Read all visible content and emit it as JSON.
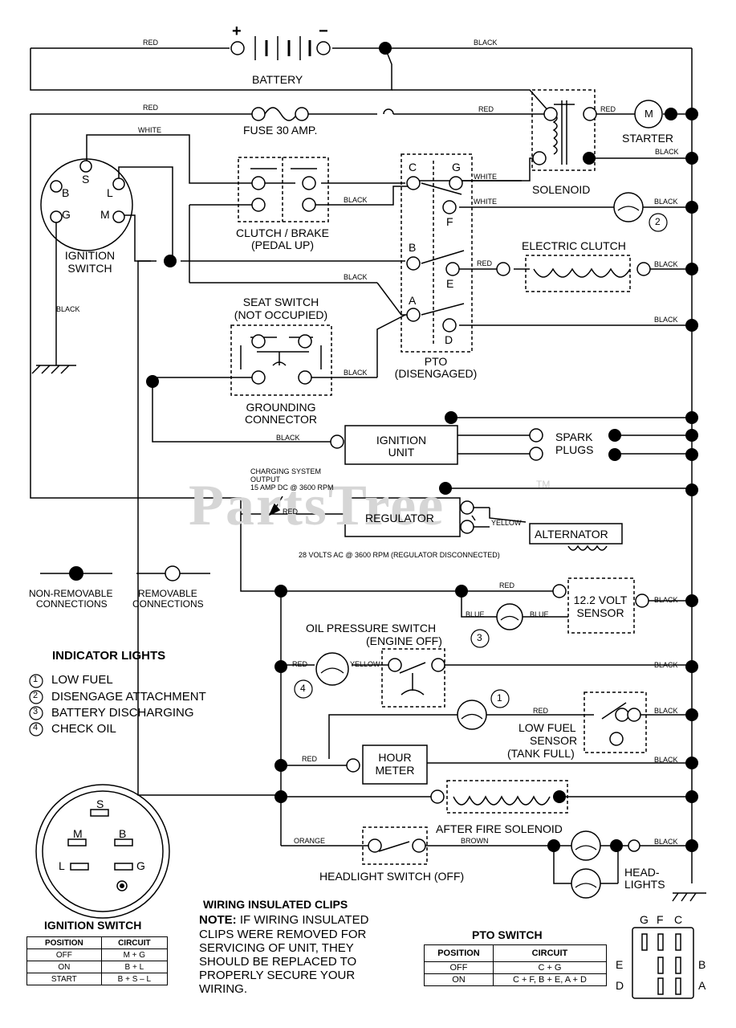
{
  "watermark": {
    "text": "PartsTree",
    "tm": "TM"
  },
  "battery": {
    "label": "BATTERY",
    "plus": "+",
    "minus": "−"
  },
  "fuse": {
    "label": "FUSE 30 AMP."
  },
  "starter": {
    "label": "STARTER",
    "motor_symbol": "M"
  },
  "solenoid": {
    "label": "SOLENOID"
  },
  "ignition_switch_diagram": {
    "title_line1": "IGNITION",
    "title_line2": "SWITCH",
    "pins": {
      "s": "S",
      "b": "B",
      "l": "L",
      "g": "G",
      "m": "M"
    }
  },
  "clutch_brake": {
    "line1": "CLUTCH / BRAKE",
    "line2": "(PEDAL UP)"
  },
  "seat_switch": {
    "line1": "SEAT SWITCH",
    "line2": "(NOT OCCUPIED)"
  },
  "grounding_connector": {
    "line1": "GROUNDING",
    "line2": "CONNECTOR"
  },
  "pto": {
    "line1": "PTO",
    "line2": "(DISENGAGED)",
    "terminals": {
      "c": "C",
      "g": "G",
      "f": "F",
      "b": "B",
      "e": "E",
      "a": "A",
      "d": "D"
    }
  },
  "electric_clutch": {
    "label": "ELECTRIC CLUTCH"
  },
  "ignition_unit": {
    "line1": "IGNITION",
    "line2": "UNIT"
  },
  "spark_plugs": {
    "line1": "SPARK",
    "line2": "PLUGS"
  },
  "charging": {
    "line1": "CHARGING SYSTEM",
    "line2": "OUTPUT",
    "line3": "15 AMP DC @ 3600 RPM"
  },
  "regulator": {
    "label": "REGULATOR"
  },
  "alternator": {
    "label": "ALTERNATOR"
  },
  "ac_note": "28 VOLTS AC @ 3600 RPM (REGULATOR DISCONNECTED)",
  "voltage_sensor": {
    "line1": "12.2 VOLT",
    "line2": "SENSOR"
  },
  "oil_switch": {
    "line1": "OIL PRESSURE SWITCH",
    "line2": "(ENGINE OFF)"
  },
  "low_fuel": {
    "line1": "LOW FUEL",
    "line2": "SENSOR",
    "line3": "(TANK FULL)"
  },
  "hour_meter": {
    "line1": "HOUR",
    "line2": "METER"
  },
  "after_fire": {
    "label": "AFTER FIRE SOLENOID"
  },
  "headlight_switch": {
    "label": "HEADLIGHT SWITCH (OFF)"
  },
  "headlights": {
    "line1": "HEAD-",
    "line2": "LIGHTS"
  },
  "legend": {
    "non_removable_1": "NON-REMOVABLE",
    "non_removable_2": "CONNECTIONS",
    "removable_1": "REMOVABLE",
    "removable_2": "CONNECTIONS"
  },
  "indicator_lights": {
    "title": "INDICATOR LIGHTS",
    "items": [
      {
        "num": "1",
        "label": "LOW FUEL"
      },
      {
        "num": "2",
        "label": "DISENGAGE ATTACHMENT"
      },
      {
        "num": "3",
        "label": "BATTERY DISCHARGING"
      },
      {
        "num": "4",
        "label": "CHECK OIL"
      }
    ]
  },
  "indicator_marks": {
    "n1": "1",
    "n2": "2",
    "n3": "3",
    "n4": "4"
  },
  "wire_labels": {
    "red": "RED",
    "black": "BLACK",
    "white": "WHITE",
    "yellow": "YELLOW",
    "blue": "BLUE",
    "orange": "ORANGE",
    "brown": "BROWN"
  },
  "ign_face": {
    "s": "S",
    "m": "M",
    "b": "B",
    "l": "L",
    "g": "G"
  },
  "ignition_table": {
    "title": "IGNITION SWITCH",
    "headers": [
      "POSITION",
      "CIRCUIT"
    ],
    "rows": [
      [
        "OFF",
        "M + G"
      ],
      [
        "ON",
        "B + L"
      ],
      [
        "START",
        "B + S – L"
      ]
    ]
  },
  "clips_note": {
    "title": "WIRING INSULATED CLIPS",
    "note_label": "NOTE:",
    "lines": [
      "IF WIRING INSULATED",
      "CLIPS WERE REMOVED FOR",
      "SERVICING OF UNIT, THEY",
      "SHOULD BE REPLACED TO",
      "PROPERLY SECURE YOUR",
      "WIRING."
    ]
  },
  "pto_table": {
    "title": "PTO SWITCH",
    "headers": [
      "POSITION",
      "CIRCUIT"
    ],
    "rows": [
      [
        "OFF",
        "C + G"
      ],
      [
        "ON",
        "C + F, B + E, A + D"
      ]
    ]
  },
  "pto_face": {
    "g": "G",
    "f": "F",
    "c": "C",
    "e": "E",
    "d": "D",
    "b": "B",
    "a": "A"
  }
}
